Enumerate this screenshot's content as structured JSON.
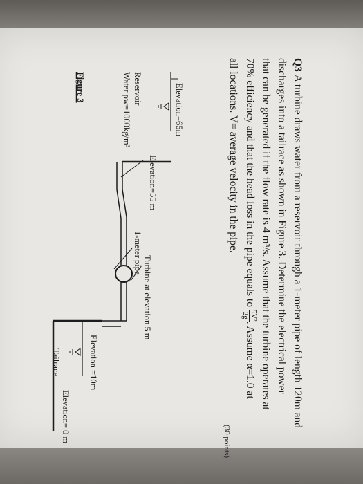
{
  "question": {
    "number": "Q3",
    "line1": "A turbine draws water from a reservoir through a 1-meter pipe of length 120m and",
    "line2": "discharges into a tailrace as shown in Figure 3. Determine the electrical power",
    "line3": "that can be generated if the flow rate is 4 m³/s. Assume that the turbine operates at",
    "line4a": "70% efficiency and that the head loss in the pipe equals to",
    "frac_num": "5V²",
    "frac_den": "2g",
    "line4b": ". Assume α=1.0 at",
    "line5": "all locations. V= average velocity in the pipe.",
    "points": "(30 points)"
  },
  "figure": {
    "reservoir_elevation": "Elevation=65m",
    "reservoir_label": "Reservoir",
    "water_density": "Water ρw=1000kg/m³",
    "pipe_top_elevation": "Elevation=55 m",
    "pipe_label": "1-meter pipe",
    "turbine_label": "Turbine at elevation 5 m",
    "tailrace_water_elevation": "Elevation =10m",
    "tailrace_label": "Tailrace",
    "tailrace_bottom_elevation": "Elevation= 0 m",
    "caption": "Figure 3"
  }
}
